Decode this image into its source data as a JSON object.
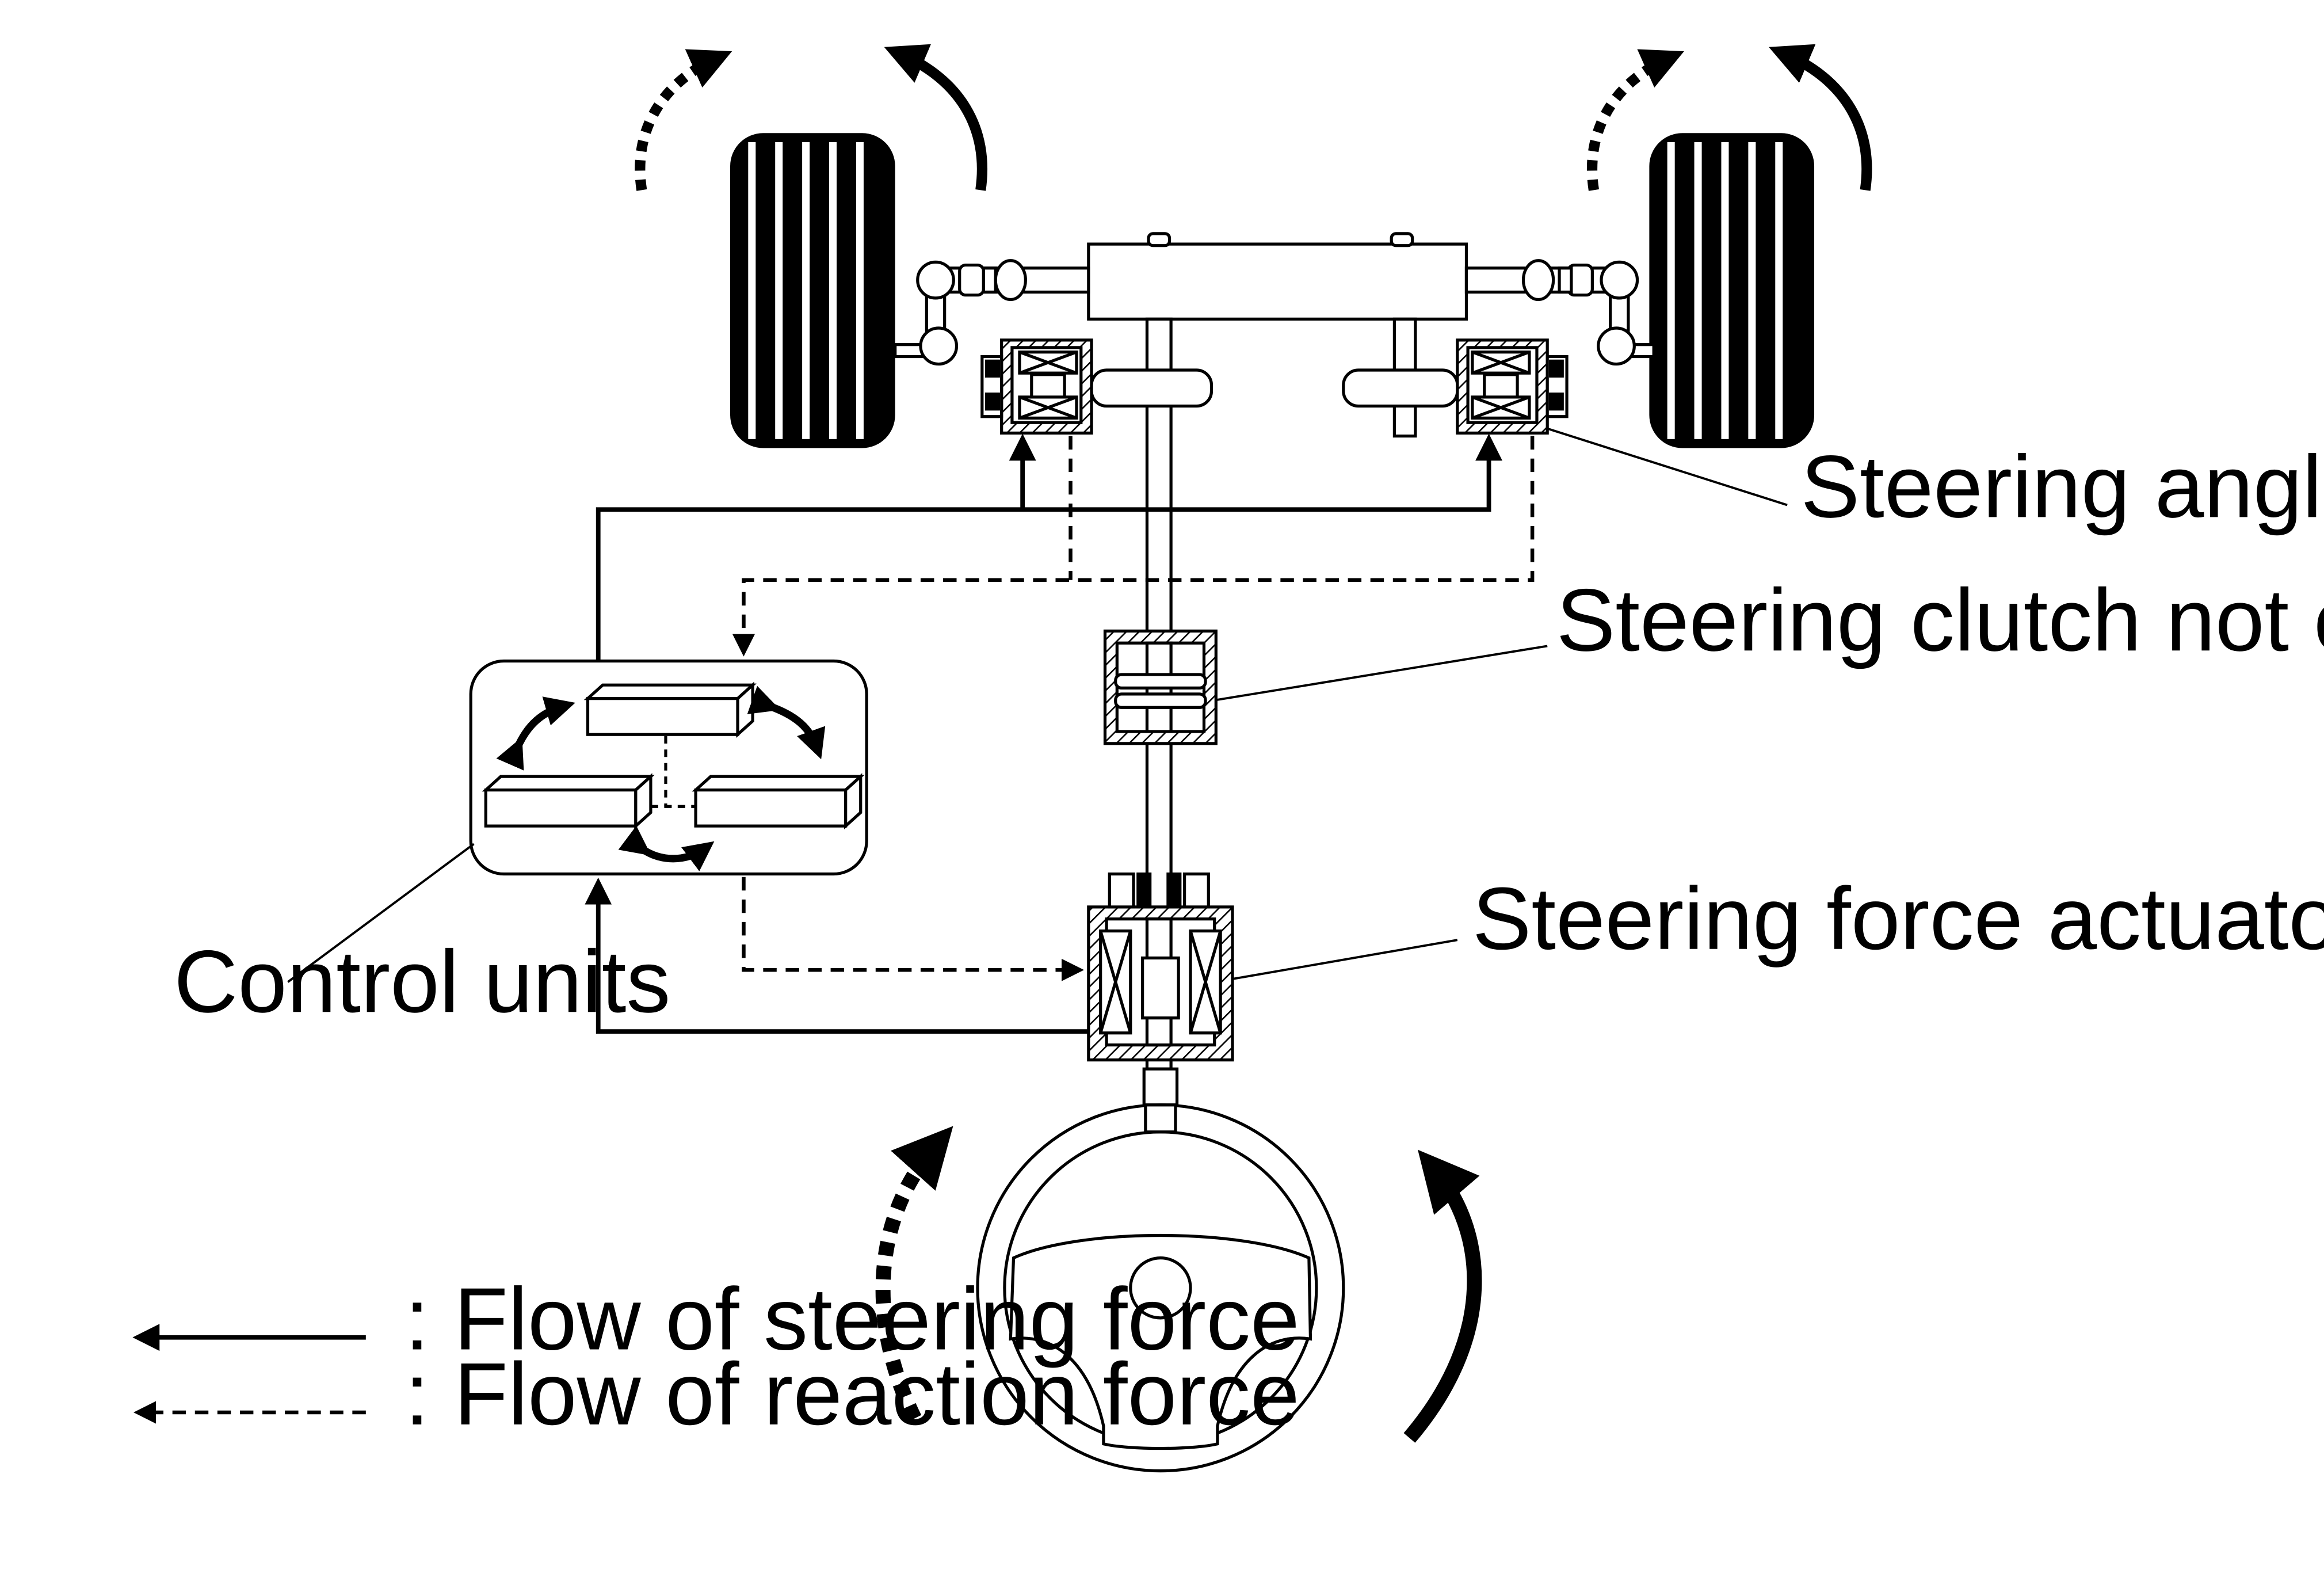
{
  "labels": {
    "steering_angle_actuator": "Steering angle actuator",
    "steering_clutch": "Steering clutch not engaged",
    "steering_force_actuator": "Steering force actuator",
    "control_units": "Control units"
  },
  "legend": {
    "steering_force": ": Flow of steering force",
    "reaction_force": ": Flow of reaction force"
  }
}
